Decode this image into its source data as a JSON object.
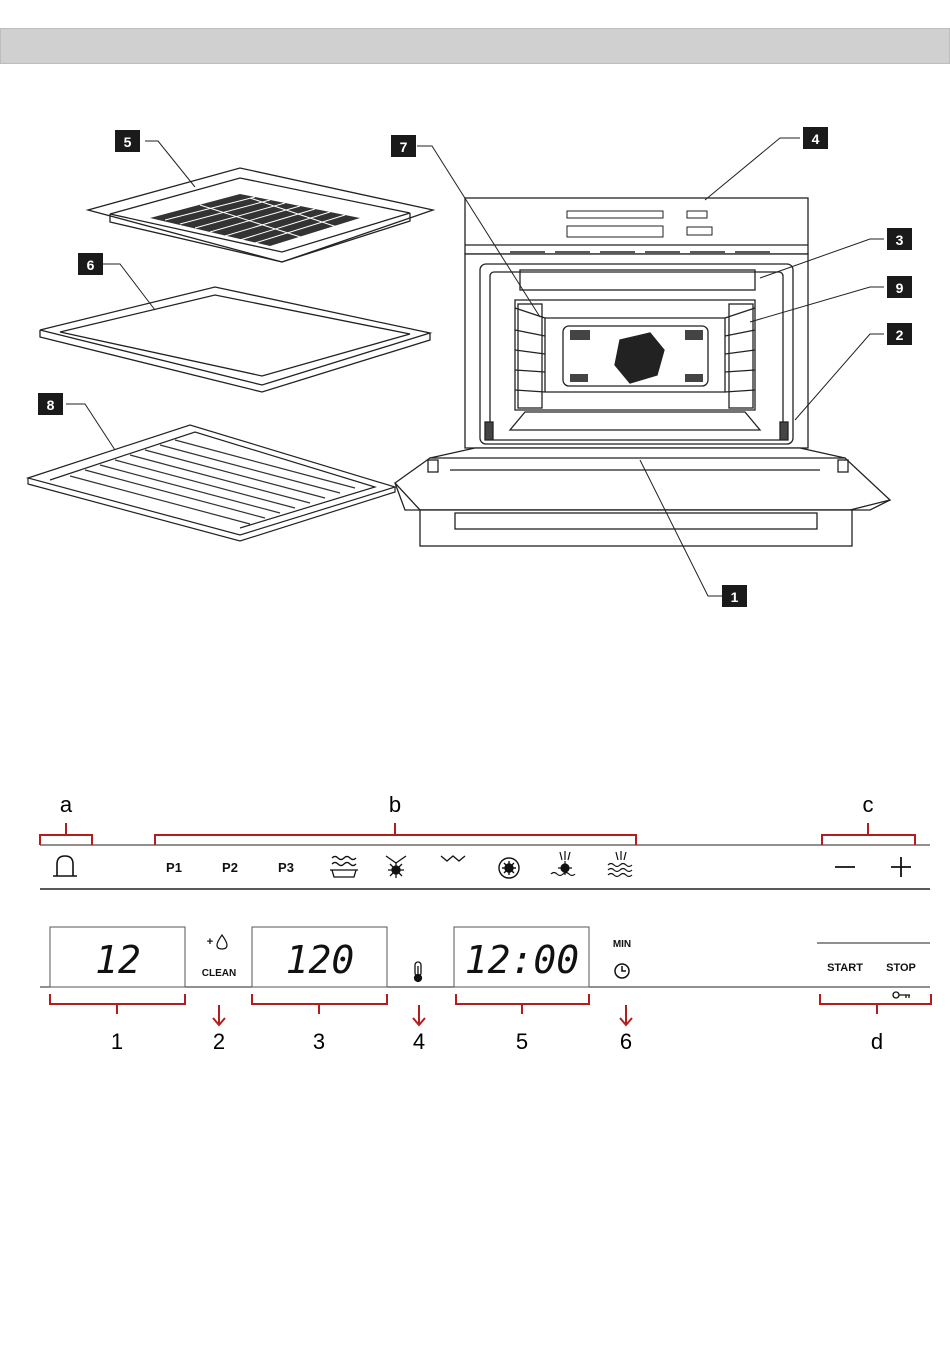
{
  "oven_callouts": [
    "5",
    "6",
    "8",
    "7",
    "4",
    "3",
    "9",
    "2",
    "1"
  ],
  "panel": {
    "group_labels": {
      "a": "a",
      "b": "b",
      "c": "c",
      "d": "d"
    },
    "buttons": {
      "p1": "P1",
      "p2": "P2",
      "p3": "P3",
      "start": "START",
      "stop": "STOP",
      "min": "MIN",
      "clean": "CLEAN",
      "clean_plus": "+"
    },
    "displays": {
      "weight": "12",
      "temperature": "120",
      "time": "12:00"
    },
    "callout_numbers": [
      "1",
      "2",
      "3",
      "4",
      "5",
      "6"
    ]
  },
  "colors": {
    "callout_red": "#b01e1e",
    "header_gray": "#d0d0d0",
    "badge_black": "#1a1a1a"
  }
}
